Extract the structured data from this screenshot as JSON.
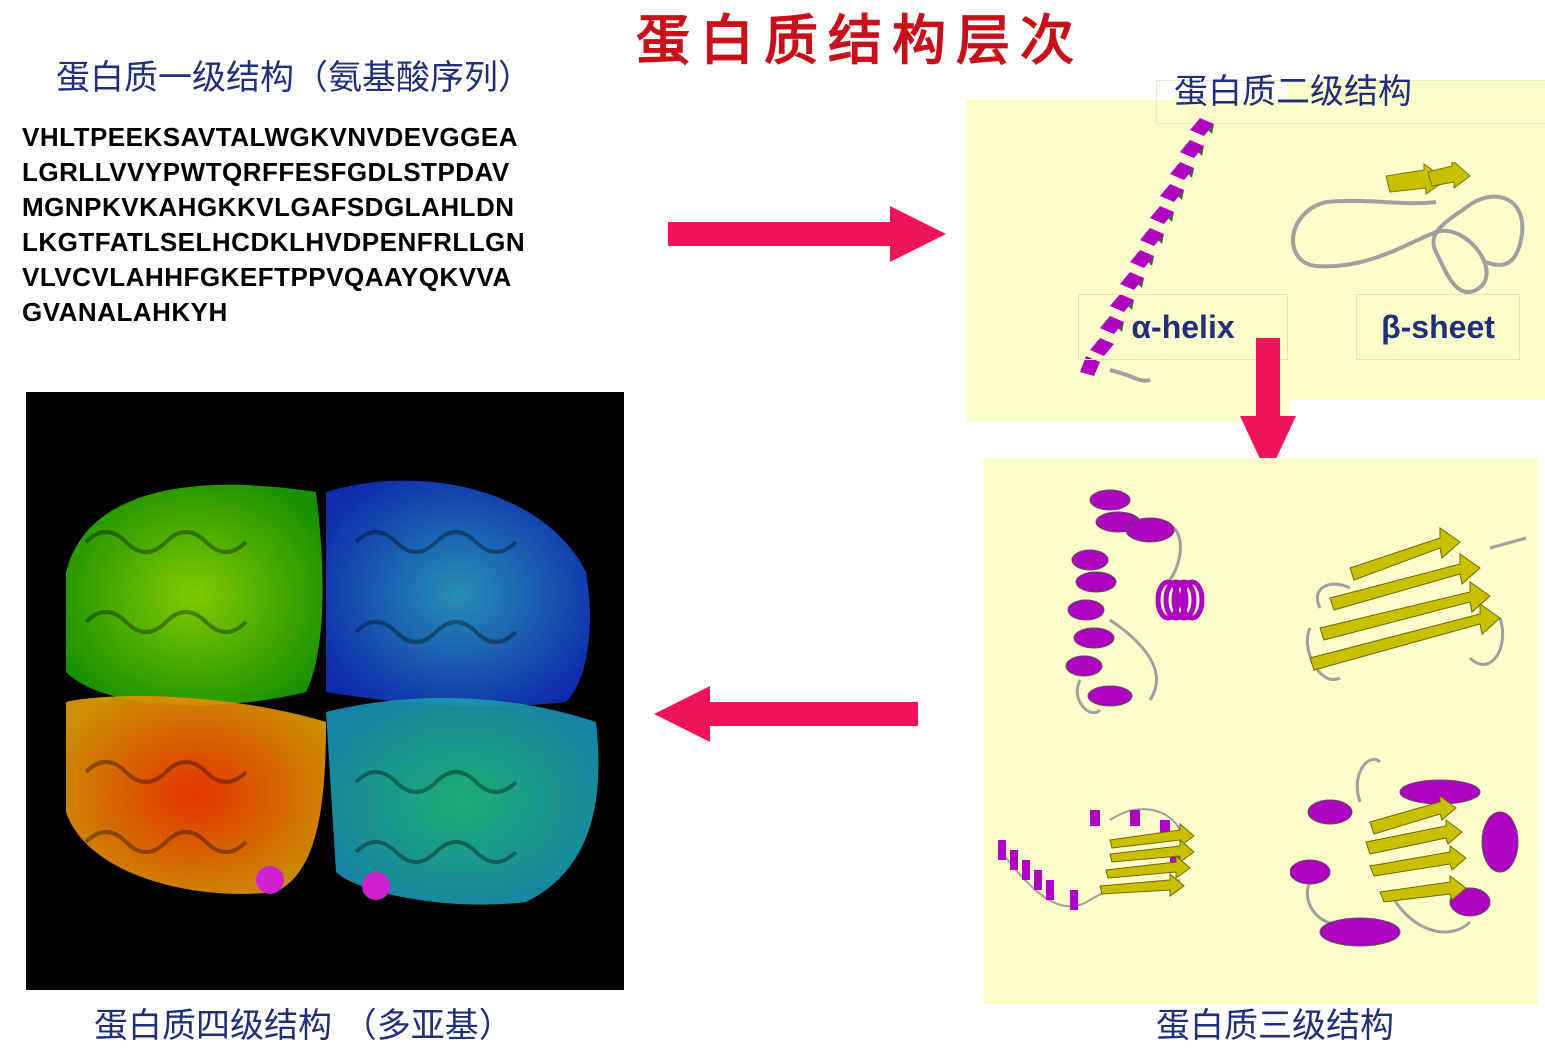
{
  "title": "蛋白质结构层次",
  "primary": {
    "caption": "蛋白质一级结构（氨基酸序列）",
    "sequence_lines": [
      "VHLTPEEKSAVTALWGKVNVDEVGGEA",
      "LGRLLVVYPWTQRFFESFGDLSTPDAV",
      "MGNPKVKAHGKKVLGAFSDGLAHLDN",
      "LKGTFATLSELHCDKLHVDPENFRLLGN",
      "VLVCVLAHHFGKEFTPPVQAAYQKVVA",
      "GVANALAHKYH"
    ]
  },
  "secondary": {
    "caption": "蛋白质二级结构",
    "helix_label": "α-helix",
    "sheet_label": "β-sheet"
  },
  "tertiary": {
    "caption": "蛋白质三级结构"
  },
  "quaternary": {
    "caption": "蛋白质四级结构  （多亚基）"
  },
  "colors": {
    "title": "#c8101a",
    "caption": "#1f2f7a",
    "arrow": "#f0145a",
    "panel": "#fdfccb",
    "helix": "#b000c0",
    "sheet": "#c8c000",
    "coil": "#a0a0a0"
  }
}
